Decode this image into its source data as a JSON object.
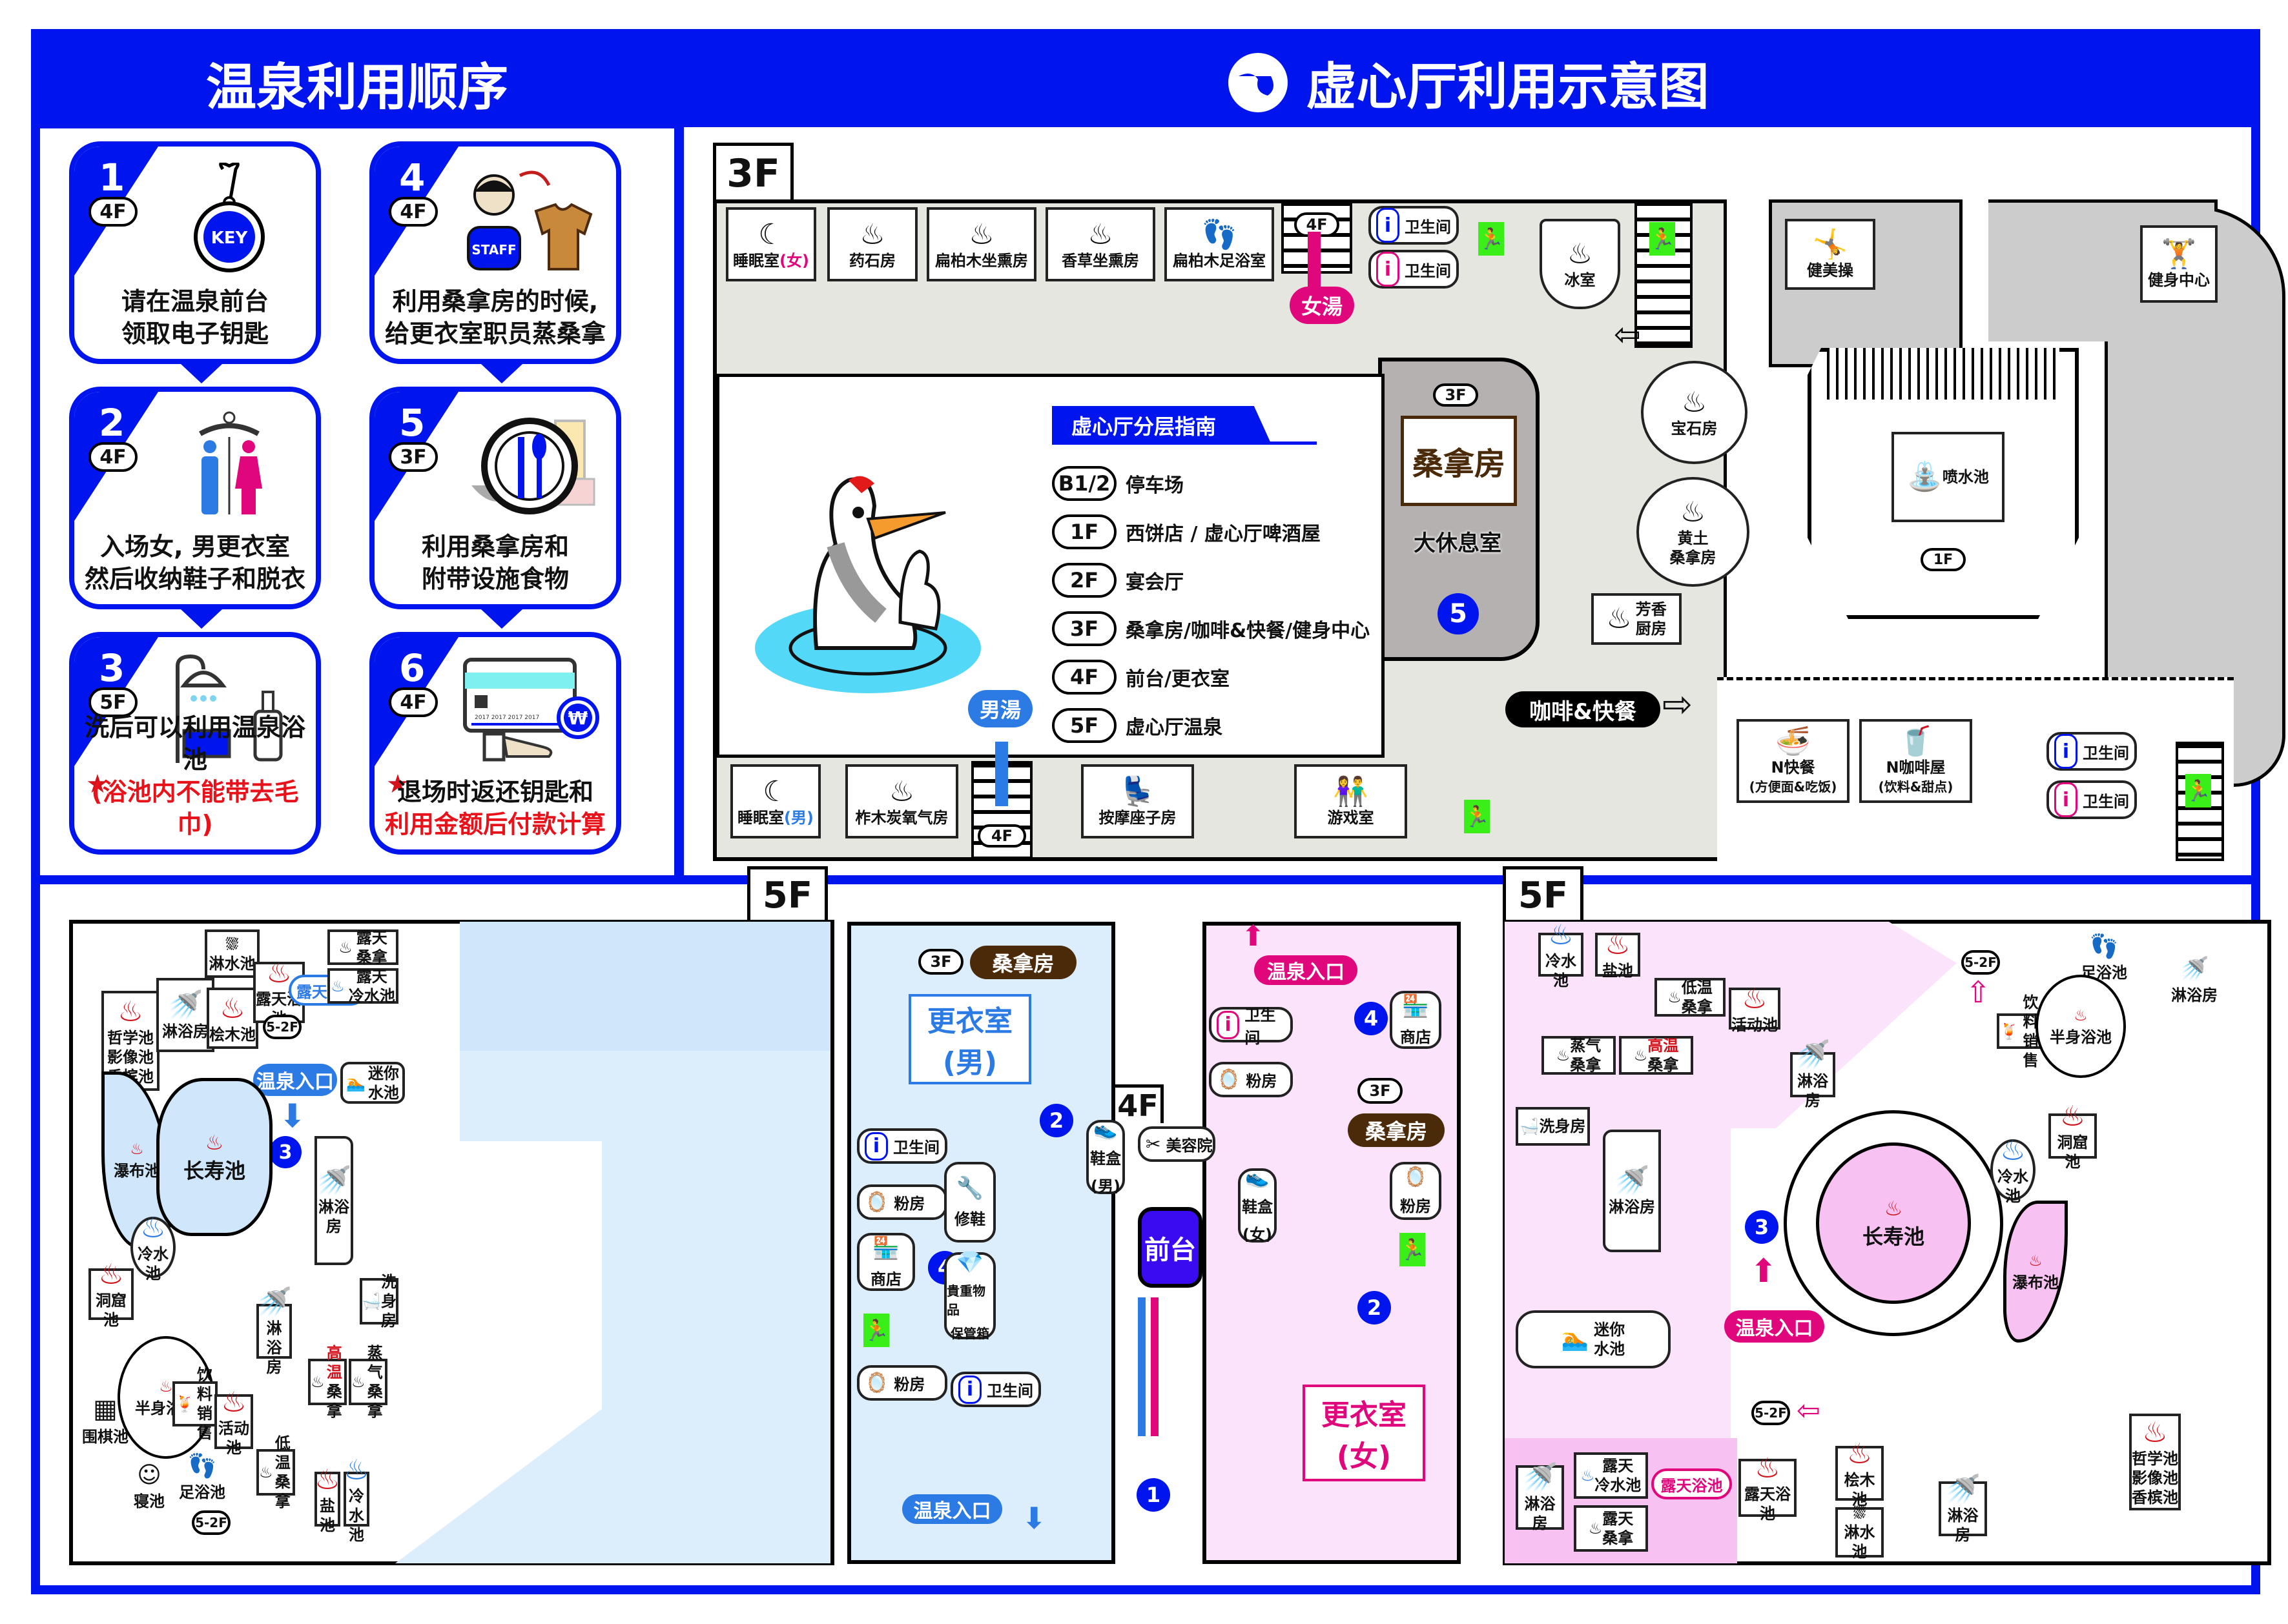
{
  "left_panel": {
    "title": "温泉利用顺序",
    "steps": [
      {
        "num": "1",
        "floor": "4F",
        "icon": "key-tag-icon",
        "icon_text": "KEY",
        "lines": [
          "请在温泉前台",
          "领取电子钥匙"
        ],
        "note": ""
      },
      {
        "num": "2",
        "floor": "4F",
        "icon": "male-female-hanger-icon",
        "icon_text": "",
        "lines": [
          "入场女, 男更衣室",
          "然后收纳鞋子和脱衣"
        ],
        "note": ""
      },
      {
        "num": "3",
        "floor": "5F",
        "icon": "shower-bath-icon",
        "icon_text": "",
        "lines": [
          "洗后可以利用温泉浴池"
        ],
        "note": "(浴池内不能带去毛巾)"
      },
      {
        "num": "4",
        "floor": "4F",
        "icon": "staff-clothes-icon",
        "icon_text": "STAFF",
        "lines": [
          "利用桑拿房的时候,",
          "给更衣室职员蒸桑拿"
        ],
        "note": ""
      },
      {
        "num": "5",
        "floor": "3F",
        "icon": "dining-icon",
        "icon_text": "",
        "lines": [
          "利用桑拿房和",
          "附带设施食物"
        ],
        "note": ""
      },
      {
        "num": "6",
        "floor": "4F",
        "icon": "card-payment-icon",
        "icon_text": "₩",
        "lines": [
          "退场时返还钥匙和"
        ],
        "note": "利用金额后付款计算"
      }
    ],
    "card_number_text": "2017 2017 2017 2017"
  },
  "right_panel": {
    "title": "虚心厅利用示意图",
    "floor_3f": {
      "label": "3F",
      "top_rooms": [
        "睡眠室",
        "药石房",
        "扁柏木坐熏房",
        "香草坐熏房",
        "扁柏木足浴室"
      ],
      "sleep_room_female_suffix": "(女)",
      "stairs_4f": "4F",
      "women_bath_tag": "女湯",
      "restroom_label": "卫生间",
      "ice_room": "冰室",
      "aerobics": "健美操",
      "fitness": "健身中心",
      "gem_room": "宝石房",
      "loess_sauna": [
        "黄土",
        "桑拿房"
      ],
      "fountain": "喷水池",
      "fountain_floor": "1F",
      "aroma_kitchen": [
        "芳香",
        "厨房"
      ],
      "lounge": {
        "floor": "3F",
        "sauna": "桑拿房",
        "name": "大休息室",
        "step": "5"
      },
      "cafe_tag": "咖啡&快餐",
      "n_snack": [
        "N快餐",
        "(方便面&吃饭)"
      ],
      "n_cafe": [
        "N咖啡屋",
        "(饮料&甜点)"
      ],
      "bottom_rooms": [
        "睡眠室",
        "柞木炭氧气房",
        "按摩座子房",
        "游戏室"
      ],
      "sleep_room_male_suffix": "(男)",
      "men_bath_tag": "男湯",
      "guide": {
        "title": "虚心厅分层指南",
        "rows": [
          {
            "floor": "B1/2",
            "desc": "停车场"
          },
          {
            "floor": "1F",
            "desc": "西饼店 / 虚心厅啤酒屋"
          },
          {
            "floor": "2F",
            "desc": "宴会厅"
          },
          {
            "floor": "3F",
            "desc": "桑拿房/咖啡&快餐/健身中心"
          },
          {
            "floor": "4F",
            "desc": "前台/更衣室"
          },
          {
            "floor": "5F",
            "desc": "虚心厅温泉"
          }
        ]
      }
    }
  },
  "bottom_panel": {
    "men_5f": {
      "label": "5F",
      "rooms": {
        "philosophy": [
          "哲学池",
          "影像池",
          "香槟池"
        ],
        "shower": "淋浴房",
        "cold_shower_pool": "淋水池",
        "cypress": "桧木池",
        "open_air_bath": "露天浴池",
        "open_air_sauna": [
          "露天",
          "桑拿"
        ],
        "open_air_cold": [
          "露天",
          "冷水池"
        ],
        "open_air_tag": "露天浴池",
        "stairs": "5-2F",
        "entry_tag": "温泉入口",
        "step": "3",
        "mini_pool": [
          "迷你",
          "水池"
        ],
        "waterfall": "瀑布池",
        "longevity": "长寿池",
        "cold_pool": "冷水池",
        "cave": "洞窟池",
        "half_body": "半身浴池",
        "go_pool": "围棋池",
        "sleep_pool": "寝池",
        "foot_bath": "足浴池",
        "drinks": [
          "饮料",
          "销售"
        ],
        "activity": "活动池",
        "high_temp": [
          "高温",
          "桑拿"
        ],
        "steam": [
          "蒸气",
          "桑拿"
        ],
        "low_temp": [
          "低温",
          "桑拿"
        ],
        "wash": "洗身房",
        "salt": "盐池"
      }
    },
    "floor_4f": {
      "label": "4F",
      "sauna_tag": "桑拿房",
      "stairs_3f": "3F",
      "men_changing": [
        "更衣室",
        "(男)"
      ],
      "women_changing": [
        "更衣室",
        "(女)"
      ],
      "restroom": "卫生间",
      "powder_room": "粉房",
      "shop": "商店",
      "shoe_repair": "修鞋",
      "valuables": [
        "貴重物品",
        "保管箱"
      ],
      "shoe_box_men": [
        "鞋盒",
        "(男)"
      ],
      "shoe_box_women": [
        "鞋盒",
        "(女)"
      ],
      "beauty_salon": "美容院",
      "front_desk": "前台",
      "entry_tag": "温泉入口",
      "steps": {
        "desk": "1",
        "changing": "2",
        "amenity": "4"
      }
    },
    "women_5f": {
      "label": "5F"
    }
  },
  "colors": {
    "brand_blue": "#0015ee",
    "men_blue": "#2c7be5",
    "women_pink": "#e0077d",
    "sauna_brown": "#4a2a08",
    "hot_red": "#d3121b",
    "exit_green": "#39ef17"
  }
}
